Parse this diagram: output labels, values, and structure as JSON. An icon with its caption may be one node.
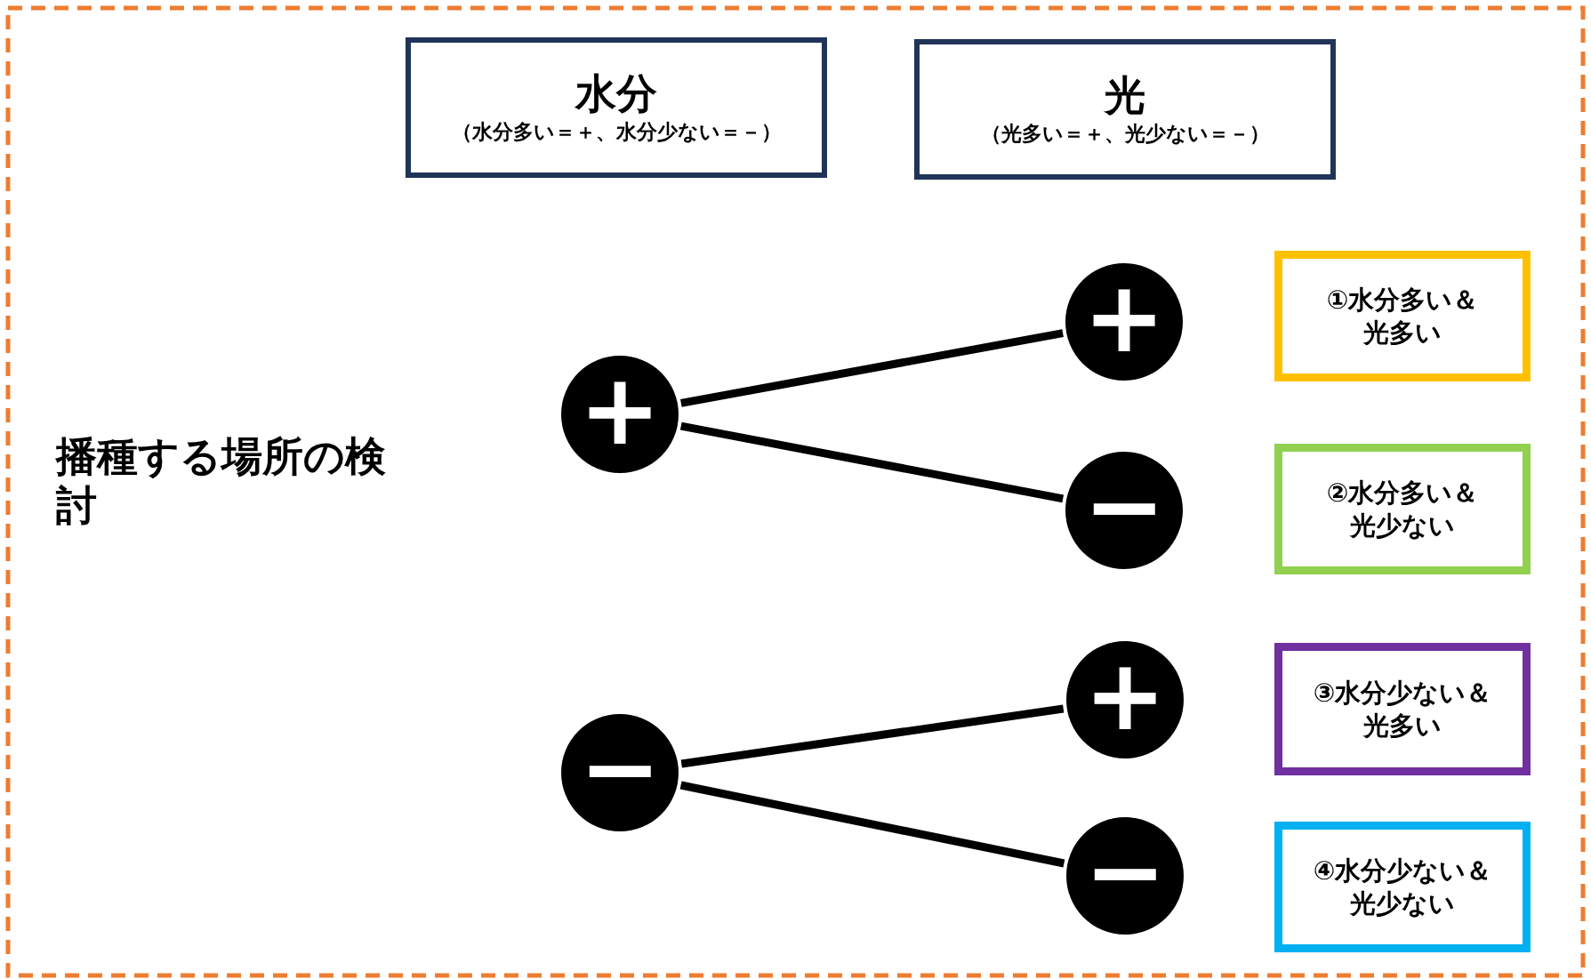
{
  "diagram": {
    "nodes": [
      {
        "text": [
          "水分",
          "（水分多い＝＋、水分少ない＝－）"
        ]
      },
      {
        "text": [
          "光",
          "（光多い＝＋、光少ない＝－）"
        ]
      },
      {
        "text": [
          "+"
        ]
      },
      {
        "text": [
          "−"
        ]
      },
      {
        "text": [
          "+"
        ]
      },
      {
        "text": [
          "−"
        ]
      },
      {
        "text": [
          "+"
        ]
      },
      {
        "text": [
          "−"
        ]
      },
      {
        "text": [
          "①水分多い＆光多い"
        ]
      },
      {
        "text": [
          "②水分多い＆光少ない"
        ]
      },
      {
        "text": [
          "③水分少ない＆光多い"
        ]
      },
      {
        "text": [
          "④水分少ない＆光少ない"
        ]
      }
    ],
    "edges": [
      {
        "from": 2,
        "to": 4,
        "arrow": "none"
      },
      {
        "from": 2,
        "to": 5,
        "arrow": "none"
      },
      {
        "from": 3,
        "to": 6,
        "arrow": "none"
      },
      {
        "from": 3,
        "to": 7,
        "arrow": "none"
      }
    ],
    "labels": [
      "播種する場所の検討"
    ]
  }
}
